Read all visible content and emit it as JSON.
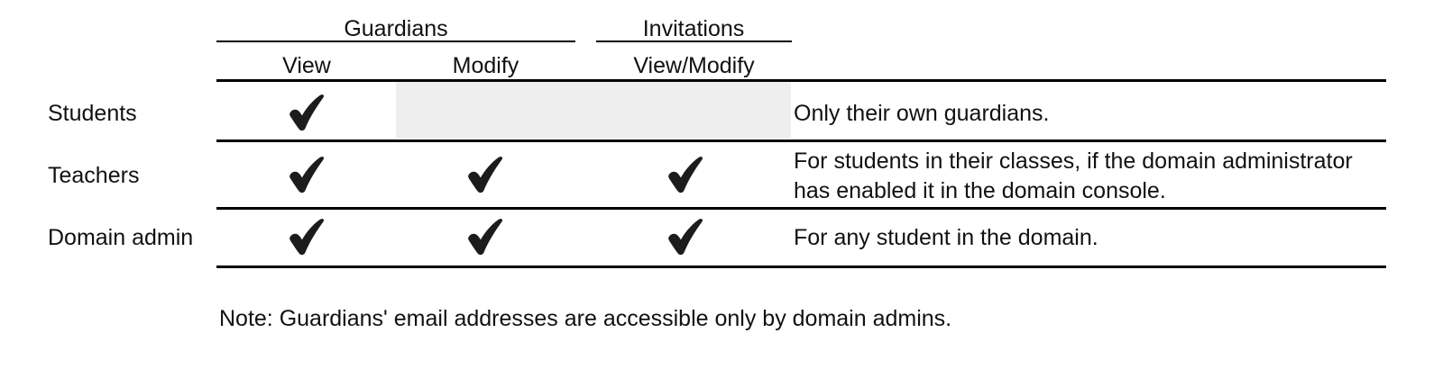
{
  "table": {
    "column_groups": [
      {
        "label": "Guardians",
        "span": 2
      },
      {
        "label": "Invitations",
        "span": 1
      }
    ],
    "columns": [
      {
        "label": "View",
        "group": "Guardians"
      },
      {
        "label": "Modify",
        "group": "Guardians"
      },
      {
        "label": "View/Modify",
        "group": "Invitations"
      }
    ],
    "row_header_label": "",
    "description_header_label": "",
    "rows": [
      {
        "label": "Students",
        "cells": [
          {
            "value": "check",
            "icon": "check-icon"
          },
          {
            "value": "none",
            "icon": "",
            "shaded": true
          },
          {
            "value": "none",
            "icon": "",
            "shaded": true
          }
        ],
        "description": "Only their own guardians."
      },
      {
        "label": "Teachers",
        "cells": [
          {
            "value": "check",
            "icon": "check-icon"
          },
          {
            "value": "check",
            "icon": "check-icon"
          },
          {
            "value": "check",
            "icon": "check-icon"
          }
        ],
        "description": "For students in their classes, if the domain administrator has enabled it in the domain console."
      },
      {
        "label": "Domain admin",
        "cells": [
          {
            "value": "check",
            "icon": "check-icon"
          },
          {
            "value": "check",
            "icon": "check-icon"
          },
          {
            "value": "check",
            "icon": "check-icon"
          }
        ],
        "description": "For any student in the domain."
      }
    ]
  },
  "note": "Note: Guardians' email addresses are accessible only by domain admins.",
  "colors": {
    "text": "#111111",
    "rule": "#000000",
    "shade": "#eeeeee",
    "background": "#ffffff"
  }
}
